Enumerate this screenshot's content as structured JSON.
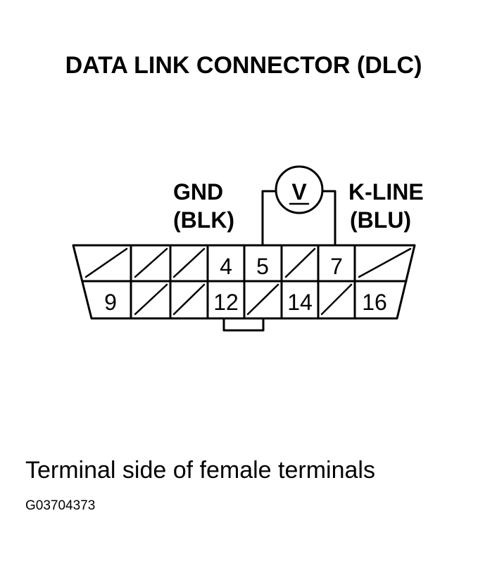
{
  "title": "DATA LINK CONNECTOR (DLC)",
  "labels": {
    "gnd": "GND",
    "gnd_color": "(BLK)",
    "kline": "K-LINE",
    "kline_color": "(BLU)",
    "meter": "V"
  },
  "pins": {
    "p4": "4",
    "p5": "5",
    "p7": "7",
    "p9": "9",
    "p12": "12",
    "p14": "14",
    "p16": "16"
  },
  "caption": "Terminal side of female terminals",
  "figure_code": "G03704373"
}
